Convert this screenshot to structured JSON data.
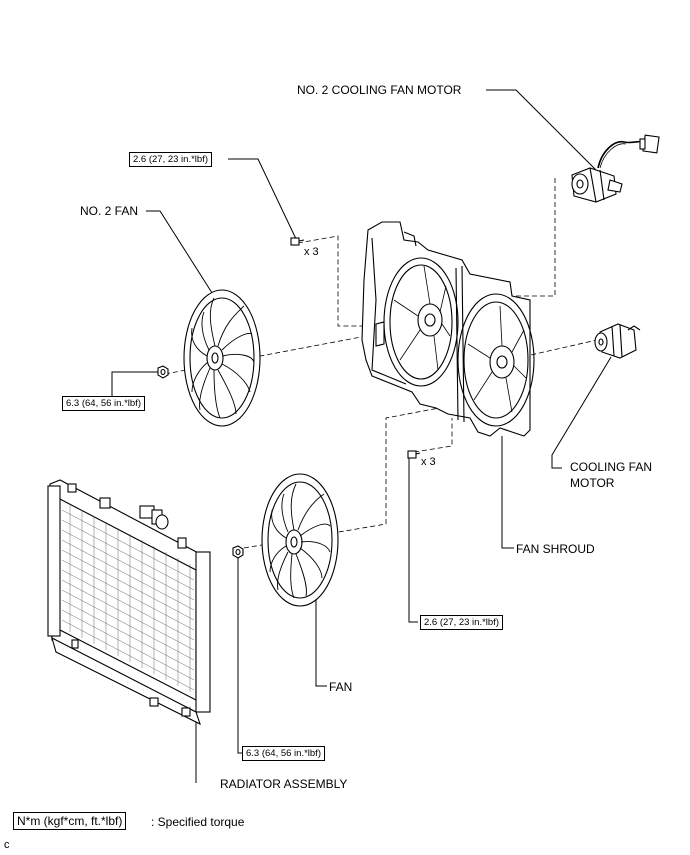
{
  "labels": {
    "no2_motor": "NO. 2 COOLING FAN MOTOR",
    "no2_fan": "NO. 2 FAN",
    "motor_line1": "COOLING FAN",
    "motor_line2": "MOTOR",
    "shroud": "FAN SHROUD",
    "fan": "FAN",
    "radiator": "RADIATOR ASSEMBLY"
  },
  "torques": {
    "shroud_bolt_top": "2.6 (27, 23 in.*lbf)",
    "no2_fan_nut": "6.3 (64, 56 in.*lbf)",
    "shroud_bolt_bottom": "2.6 (27, 23 in.*lbf)",
    "fan_nut": "6.3 (64, 56 in.*lbf)"
  },
  "quantities": {
    "top_bolts": "x 3",
    "bottom_bolts": "x 3"
  },
  "legend": {
    "unit_box": "N*m (kgf*cm, ft.*lbf)",
    "description": ": Specified torque"
  },
  "footer_code": "c"
}
